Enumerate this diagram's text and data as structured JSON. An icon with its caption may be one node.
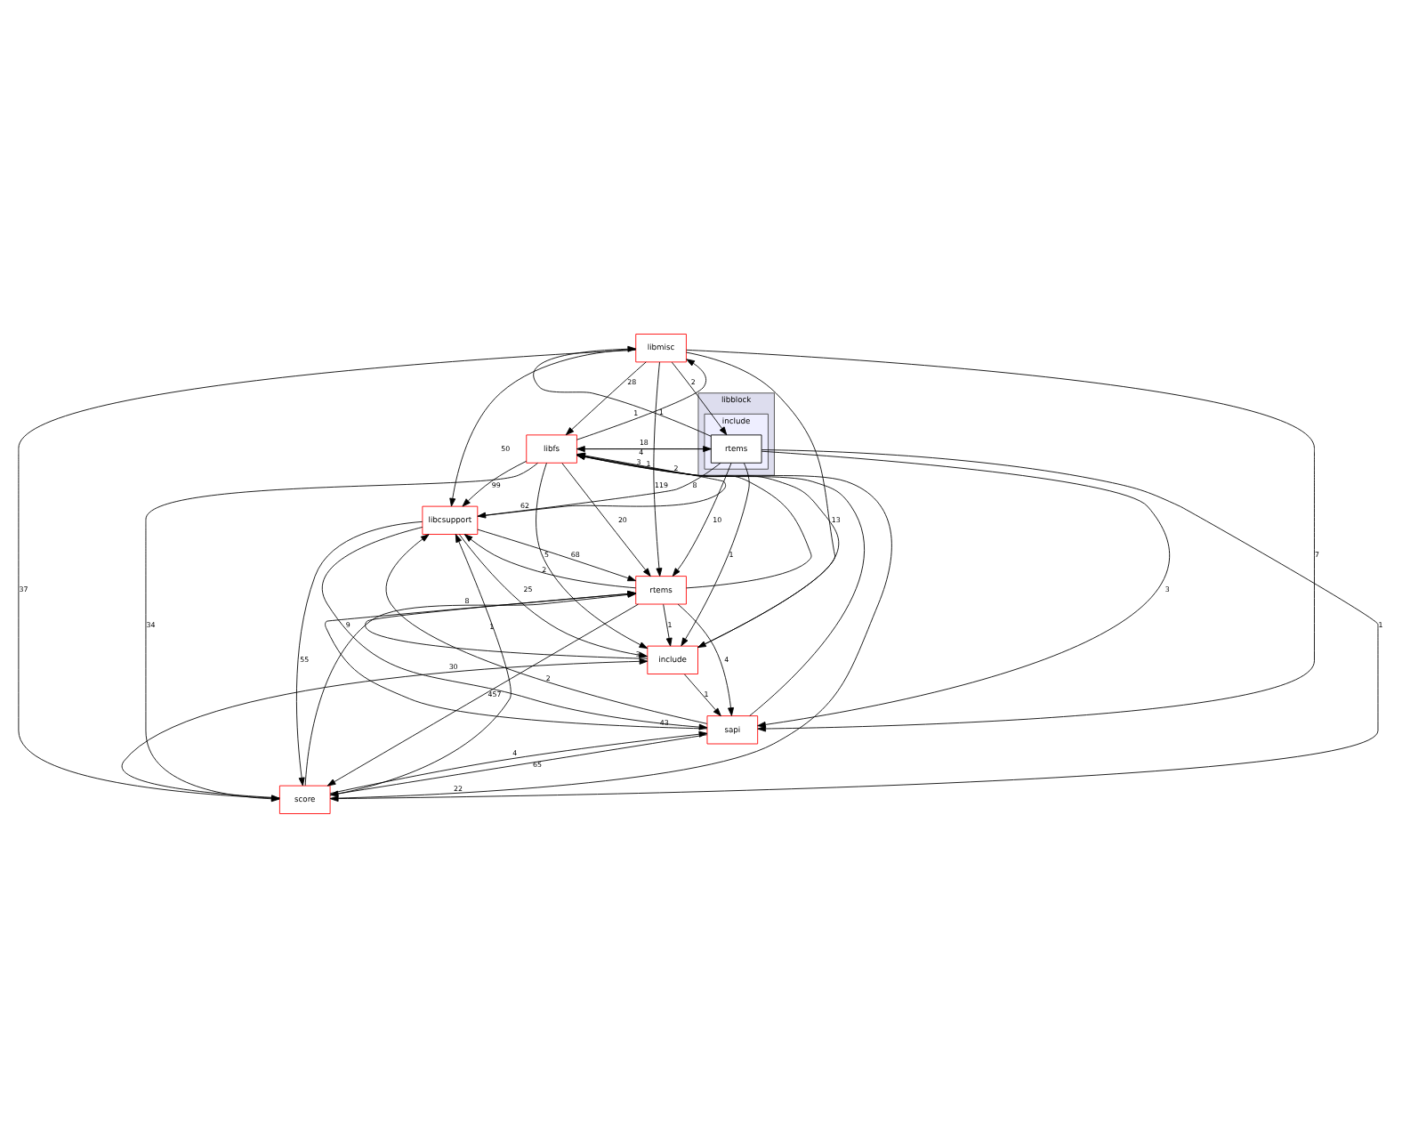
{
  "diagram": {
    "nodes": [
      {
        "text": [
          "libblock"
        ]
      },
      {
        "text": [
          "include"
        ],
        "in": 0
      },
      {
        "text": [
          "rtems"
        ],
        "in": 1
      },
      {
        "text": [
          "libmisc"
        ]
      },
      {
        "text": [
          "libfs"
        ]
      },
      {
        "text": [
          "libcsupport"
        ]
      },
      {
        "text": [
          "rtems"
        ]
      },
      {
        "text": [
          "include"
        ]
      },
      {
        "text": [
          "sapi"
        ]
      },
      {
        "text": [
          "score"
        ]
      }
    ],
    "edges": [
      {
        "from": 2,
        "to": 3,
        "arrow": "to",
        "label": "1"
      },
      {
        "from": 3,
        "to": 2,
        "arrow": "to",
        "label": "2"
      },
      {
        "from": 4,
        "to": 2,
        "arrow": "to",
        "label": "4"
      },
      {
        "from": 2,
        "to": 4,
        "arrow": "to",
        "label": "18"
      },
      {
        "from": 3,
        "to": 4,
        "arrow": "to",
        "label": "28"
      },
      {
        "from": 4,
        "to": 3,
        "arrow": "to",
        "label": "1"
      },
      {
        "from": 3,
        "to": 6,
        "arrow": "to",
        "label": "119"
      },
      {
        "from": 4,
        "to": 6,
        "arrow": "to",
        "label": "20"
      },
      {
        "from": 6,
        "to": 4,
        "arrow": "to",
        "label": "3"
      },
      {
        "from": 3,
        "to": 5,
        "arrow": "to",
        "label": "50"
      },
      {
        "from": 3,
        "to": 7,
        "arrow": "to",
        "label": "13"
      },
      {
        "from": 3,
        "to": 8,
        "arrow": "to",
        "label": "7"
      },
      {
        "from": 3,
        "to": 9,
        "arrow": "to",
        "label": "37"
      },
      {
        "from": 4,
        "to": 5,
        "arrow": "to",
        "label": "99"
      },
      {
        "from": 5,
        "to": 4,
        "arrow": "to",
        "label": "62"
      },
      {
        "from": 2,
        "to": 5,
        "arrow": "to",
        "label": "8"
      },
      {
        "from": 2,
        "to": 6,
        "arrow": "to",
        "label": "10"
      },
      {
        "from": 2,
        "to": 7,
        "arrow": "to",
        "label": "1"
      },
      {
        "from": 2,
        "to": 8,
        "arrow": "to",
        "label": "3"
      },
      {
        "from": 2,
        "to": 9,
        "arrow": "to",
        "label": "1"
      },
      {
        "from": 6,
        "to": 5,
        "arrow": "to",
        "label": "2"
      },
      {
        "from": 5,
        "to": 6,
        "arrow": "to",
        "label": "68"
      },
      {
        "from": 5,
        "to": 7,
        "arrow": "to",
        "label": "25"
      },
      {
        "from": 4,
        "to": 7,
        "arrow": "to",
        "label": "5"
      },
      {
        "from": 7,
        "to": 4,
        "arrow": "to",
        "label": "1"
      },
      {
        "from": 8,
        "to": 4,
        "arrow": "to",
        "label": "2"
      },
      {
        "from": 9,
        "to": 4,
        "arrow": "to",
        "label": "22"
      },
      {
        "from": 4,
        "to": 9,
        "arrow": "to",
        "label": "34"
      },
      {
        "from": 7,
        "to": 6,
        "arrow": "to",
        "label": "3"
      },
      {
        "from": 6,
        "to": 7,
        "arrow": "to",
        "label": "1"
      },
      {
        "from": 5,
        "to": 8,
        "arrow": "to",
        "label": "9"
      },
      {
        "from": 8,
        "to": 5,
        "arrow": "to",
        "label": "2"
      },
      {
        "from": 7,
        "to": 8,
        "arrow": "to",
        "label": "1"
      },
      {
        "from": 9,
        "to": 7,
        "arrow": "to",
        "label": "30"
      },
      {
        "from": 6,
        "to": 8,
        "arrow": "to",
        "label": "4"
      },
      {
        "from": 8,
        "to": 6,
        "arrow": "to",
        "label": "43"
      },
      {
        "from": 6,
        "to": 9,
        "arrow": "to",
        "label": "457"
      },
      {
        "from": 9,
        "to": 6,
        "arrow": "to",
        "label": "8"
      },
      {
        "from": 8,
        "to": 9,
        "arrow": "to",
        "label": "65"
      },
      {
        "from": 9,
        "to": 8,
        "arrow": "to",
        "label": "4"
      },
      {
        "from": 5,
        "to": 9,
        "arrow": "to",
        "label": "55"
      },
      {
        "from": 9,
        "to": 5,
        "arrow": "to",
        "label": "1"
      }
    ]
  }
}
